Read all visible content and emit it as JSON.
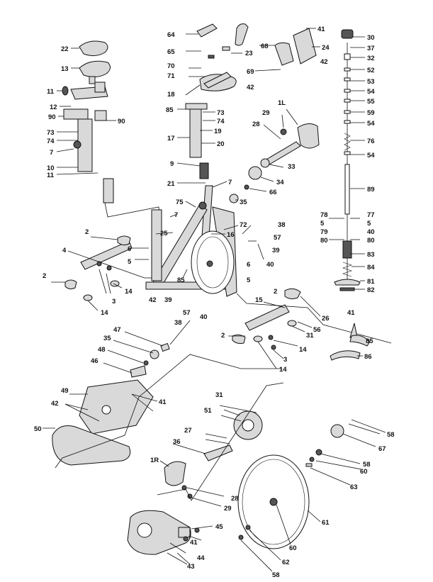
{
  "labels": {
    "l64": "64",
    "l65": "65",
    "l70": "70",
    "l71": "71",
    "l18": "18",
    "l23": "23",
    "l68": "68",
    "l69": "69",
    "l41a": "41",
    "l24": "24",
    "l42a": "42",
    "l42b": "42",
    "l30": "30",
    "l37": "37",
    "l32": "32",
    "l52": "52",
    "l53": "53",
    "l54a": "54",
    "l55": "55",
    "l59": "59",
    "l54b": "54",
    "l76": "76",
    "l54c": "54",
    "l89": "89",
    "l78": "78",
    "l5a": "5",
    "l79": "79",
    "l80a": "80",
    "l77": "77",
    "l5b": "5",
    "l40a": "40",
    "l80b": "80",
    "l83": "83",
    "l84": "84",
    "l81": "81",
    "l82": "82",
    "l22": "22",
    "l13": "13",
    "l11a": "11",
    "l12": "12",
    "l90a": "90",
    "l90b": "90",
    "l73a": "73",
    "l74a": "74",
    "l7a": "7",
    "l10": "10",
    "l11b": "11",
    "l85a": "85",
    "l73b": "73",
    "l74b": "74",
    "l19": "19",
    "l17": "17",
    "l20": "20",
    "l1L": "1L",
    "l29a": "29",
    "l28a": "28",
    "l33": "33",
    "l34": "34",
    "l66": "66",
    "l35a": "35",
    "l9": "9",
    "l21": "21",
    "l7b": "7",
    "l7c": "7",
    "l75": "75",
    "l72": "72",
    "l16": "16",
    "l25": "25",
    "l38a": "38",
    "l57a": "57",
    "l39a": "39",
    "l40b": "40",
    "l2a": "2",
    "l6a": "6",
    "l5c": "5",
    "l4": "4",
    "l2b": "2",
    "l3a": "3",
    "l14a": "14",
    "l14b": "14",
    "l85b": "85",
    "l42c": "42",
    "l39b": "39",
    "l57b": "57",
    "l40c": "40",
    "l38b": "38",
    "l6b": "6",
    "l5d": "5",
    "l15": "15",
    "l2c": "2",
    "l26": "26",
    "l56": "56",
    "l31a": "31",
    "l2d": "2",
    "l14c": "14",
    "l3b": "3",
    "l14d": "14",
    "l41b": "41",
    "l85c": "85",
    "l86": "86",
    "l47": "47",
    "l35b": "35",
    "l48": "48",
    "l46": "46",
    "l49": "49",
    "l42d": "42",
    "l41c": "41",
    "l50": "50",
    "l31b": "31",
    "l51": "51",
    "l27": "27",
    "l36": "36",
    "l1R": "1R",
    "l28b": "28",
    "l29b": "29",
    "l58a": "58",
    "l67": "67",
    "l58b": "58",
    "l60a": "60",
    "l63": "63",
    "l61": "61",
    "l60b": "60",
    "l62": "62",
    "l58c": "58",
    "l45": "45",
    "l41d": "41",
    "l44": "44",
    "l43": "43"
  }
}
